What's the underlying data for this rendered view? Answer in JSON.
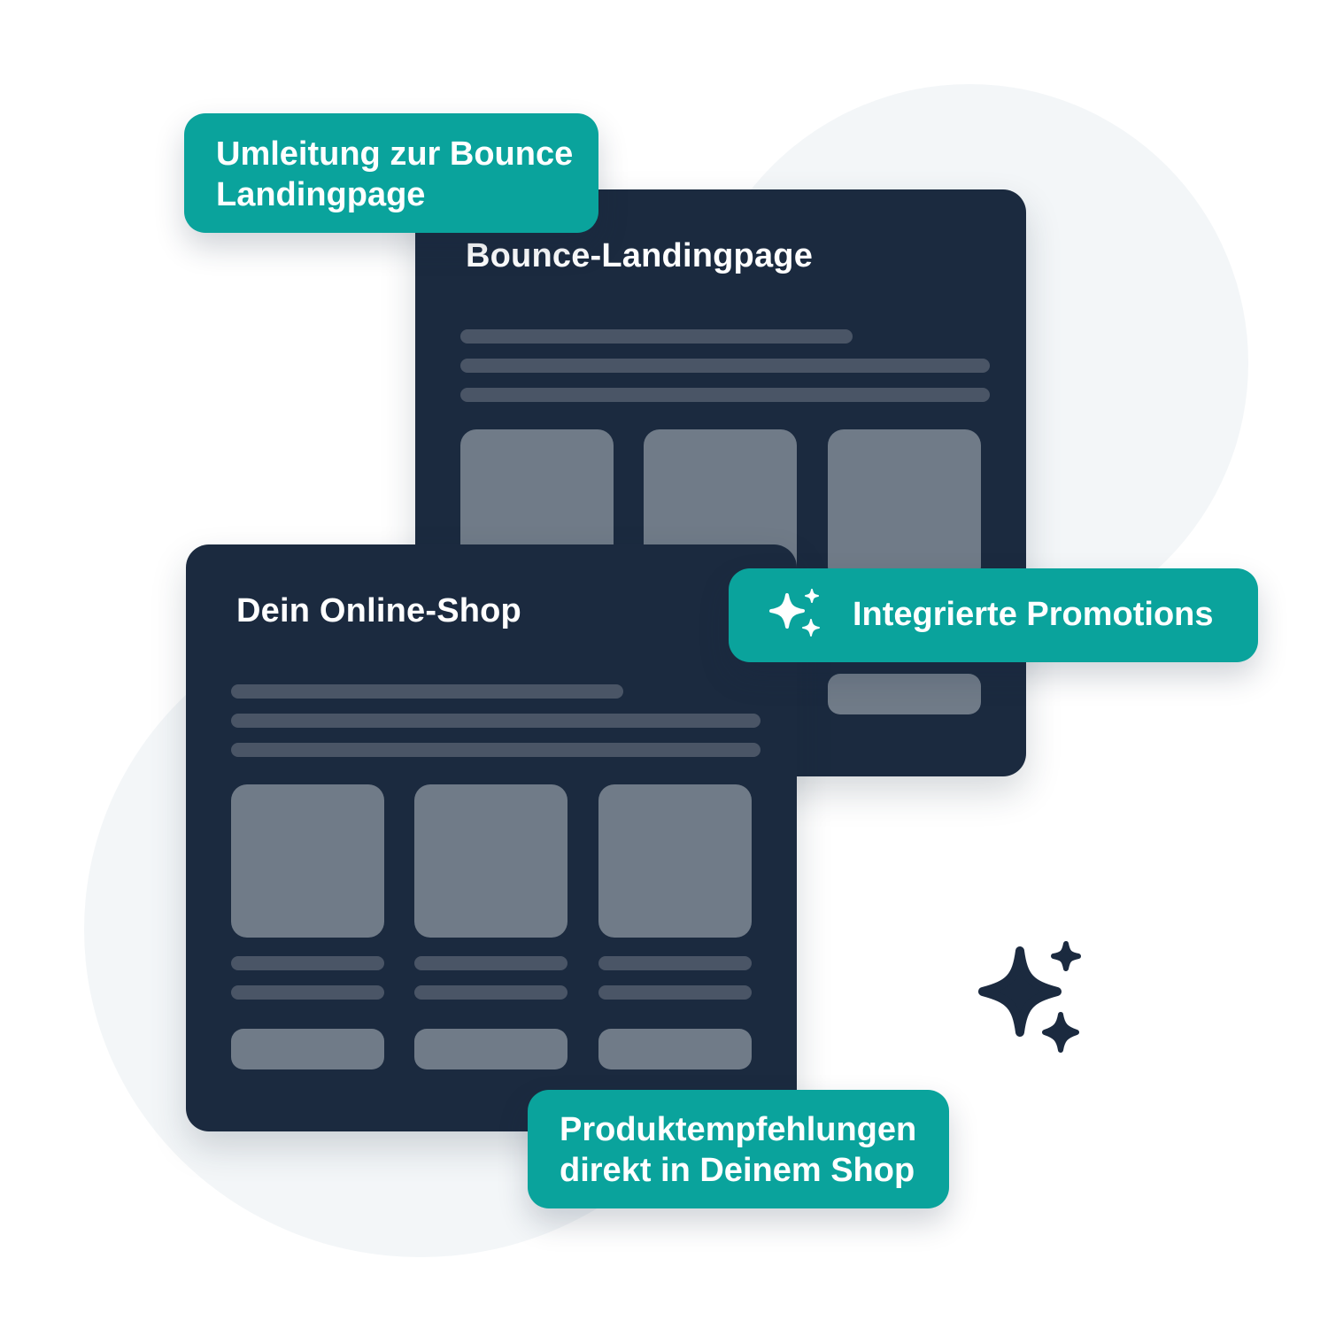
{
  "windows": {
    "bounce": {
      "title": "Bounce-Landingpage"
    },
    "shop": {
      "title": "Dein Online-Shop"
    }
  },
  "labels": {
    "redirect": {
      "line1": "Umleitung zur Bounce",
      "line2": "Landingpage"
    },
    "promotions": {
      "text": "Integrierte Promotions",
      "icon": "sparkles-icon"
    },
    "recommendations": {
      "line1": "Produktempfehlungen",
      "line2": "direkt in Deinem Shop"
    }
  },
  "decorations": {
    "icon": "sparkles-icon"
  },
  "colors": {
    "window": "#1b2a3f",
    "accent": "#0aa39c",
    "placeholder_line": "#4a5566",
    "placeholder_block": "#707b88",
    "background_blob": "#f3f6f8"
  }
}
